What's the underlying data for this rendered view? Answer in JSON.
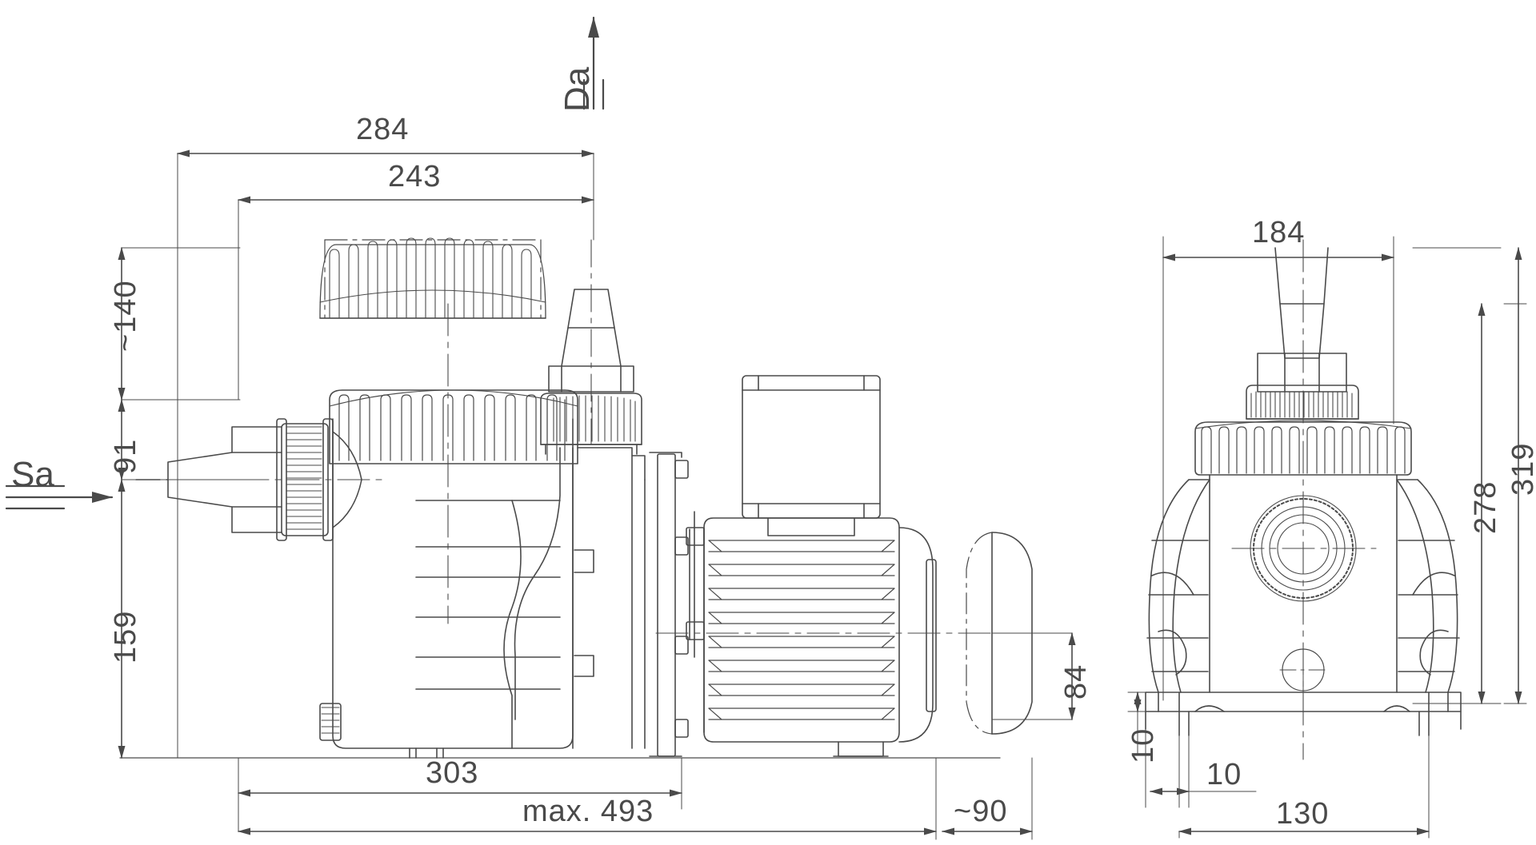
{
  "drawing": {
    "title": "Pool pump dimensional drawing",
    "type": "technical-engineering-drawing",
    "units": "mm",
    "line_color": "#4a4a4a",
    "background_color": "#ffffff",
    "views": [
      {
        "name": "side-view",
        "position": "left"
      },
      {
        "name": "front-view",
        "position": "right"
      }
    ]
  },
  "flow_markers": [
    {
      "id": "suction",
      "label": "Sa",
      "direction": "right",
      "position": "left-side"
    },
    {
      "id": "discharge",
      "label": "Da",
      "direction": "up",
      "position": "top-center"
    }
  ],
  "dimensions": {
    "side_view": {
      "horizontal_top": [
        {
          "id": "dim-284",
          "value": "284"
        },
        {
          "id": "dim-243",
          "value": "243"
        }
      ],
      "vertical_left": [
        {
          "id": "dim-140",
          "value": "~140"
        },
        {
          "id": "dim-91",
          "value": "91"
        },
        {
          "id": "dim-159",
          "value": "159"
        }
      ],
      "vertical_right": [
        {
          "id": "dim-84",
          "value": "84"
        }
      ],
      "horizontal_bottom": [
        {
          "id": "dim-303",
          "value": "303"
        },
        {
          "id": "dim-493",
          "value": "max. 493"
        },
        {
          "id": "dim-90",
          "value": "~90"
        }
      ]
    },
    "front_view": {
      "horizontal_top": [
        {
          "id": "dim-184",
          "value": "184"
        }
      ],
      "vertical_right": [
        {
          "id": "dim-319",
          "value": "319"
        },
        {
          "id": "dim-278",
          "value": "278"
        }
      ],
      "horizontal_bottom": [
        {
          "id": "dim-10-h",
          "value": "10"
        },
        {
          "id": "dim-130",
          "value": "130"
        }
      ],
      "vertical_left": [
        {
          "id": "dim-10-v",
          "value": "10"
        }
      ]
    }
  }
}
